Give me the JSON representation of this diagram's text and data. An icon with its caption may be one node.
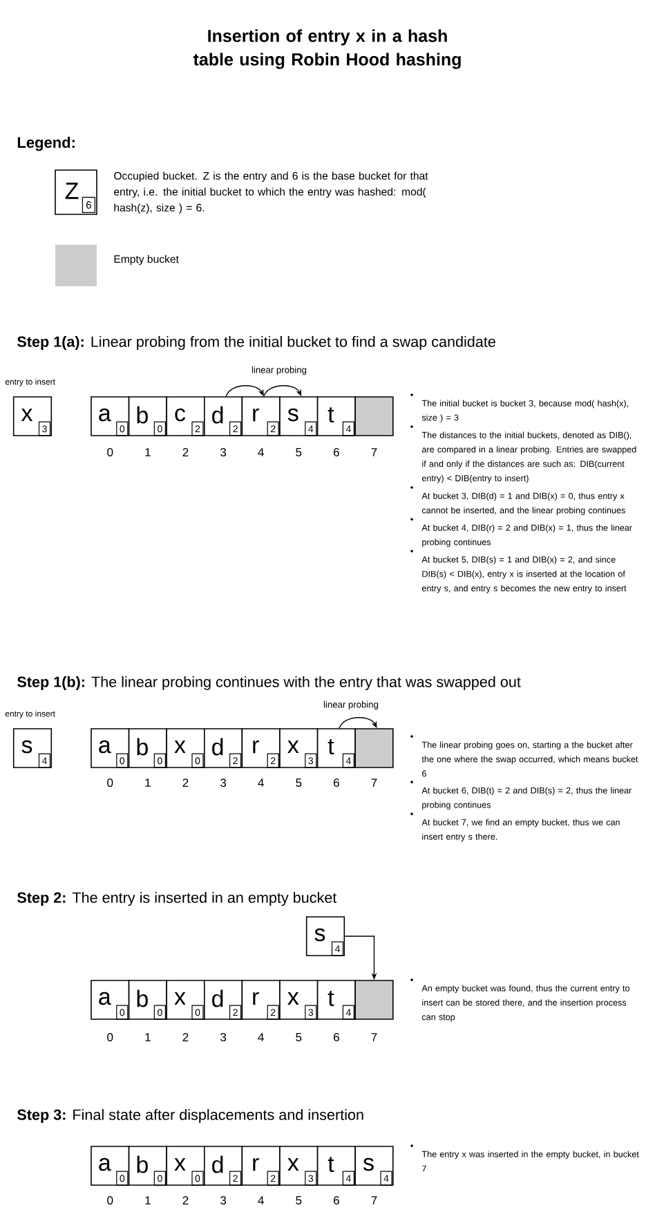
{
  "diagram": {
    "title": "Insertion of entry x in a hash table using Robin Hood hashing",
    "nodes": [
      {
        "text": [
          "x",
          "3"
        ],
        "beside": [
          "entry to insert"
        ]
      },
      {
        "text": [
          "a",
          "0"
        ]
      },
      {
        "text": [
          "b",
          "0"
        ]
      },
      {
        "text": [
          "c",
          "2"
        ]
      },
      {
        "text": [
          "d",
          "2"
        ]
      },
      {
        "text": [
          "r",
          "2"
        ]
      },
      {
        "text": [
          "s",
          "4"
        ]
      },
      {
        "text": [
          "t",
          "4"
        ]
      },
      {
        "text": [],
        "shape": "box"
      },
      {
        "text": [
          "s",
          "4"
        ],
        "beside": [
          "entry to insert"
        ]
      },
      {
        "text": [
          "a",
          "0"
        ]
      },
      {
        "text": [
          "b",
          "0"
        ]
      },
      {
        "text": [
          "x",
          "0"
        ]
      },
      {
        "text": [
          "d",
          "2"
        ]
      },
      {
        "text": [
          "r",
          "2"
        ]
      },
      {
        "text": [
          "x",
          "3"
        ]
      },
      {
        "text": [
          "t",
          "4"
        ]
      },
      {
        "text": [],
        "shape": "box"
      },
      {
        "text": [
          "s",
          "4"
        ]
      },
      {
        "text": [
          "a",
          "0"
        ]
      },
      {
        "text": [
          "b",
          "0"
        ]
      },
      {
        "text": [
          "x",
          "0"
        ]
      },
      {
        "text": [
          "d",
          "2"
        ]
      },
      {
        "text": [
          "r",
          "2"
        ]
      },
      {
        "text": [
          "x",
          "3"
        ]
      },
      {
        "text": [
          "t",
          "4"
        ]
      },
      {
        "text": [],
        "shape": "box"
      },
      {
        "text": [
          "a",
          "0"
        ]
      },
      {
        "text": [
          "b",
          "0"
        ]
      },
      {
        "text": [
          "x",
          "0"
        ]
      },
      {
        "text": [
          "d",
          "2"
        ]
      },
      {
        "text": [
          "r",
          "2"
        ]
      },
      {
        "text": [
          "x",
          "3"
        ]
      },
      {
        "text": [
          "t",
          "4"
        ]
      },
      {
        "text": [
          "s",
          "4"
        ]
      }
    ],
    "edges": [
      {
        "from": 4,
        "to": 5,
        "arrow": "to"
      },
      {
        "from": 5,
        "to": 6,
        "arrow": "to"
      },
      {
        "from": 16,
        "to": 17,
        "arrow": "to"
      },
      {
        "from": 18,
        "to": 26,
        "arrow": "to"
      }
    ],
    "labels": [
      "Legend:",
      "Z",
      "6",
      "**Step 1(a):** Linear probing from the initial bucket to find a swap candidate",
      "linear probing",
      "0",
      "1",
      "2",
      "3",
      "4",
      "5",
      "6",
      "7",
      "The initial bucket is bucket 3, because mod( hash(x), size ) = 3",
      "The distances to the initial buckets, denoted as DIB(), are compared in a linear probing. Entries are swapped if and only if the distances are such as: DIB(current entry) < DIB(entry to insert)",
      "At bucket 3, DIB(d) = 1 and DIB(x) = 0, thus entry x cannot be inserted, and the linear probing continues",
      "At bucket 4, DIB(r) = 2 and DIB(x) = 1, thus the linear probing continues",
      "At bucket 5, DIB(s) = 1 and DIB(x) = 2, and since DIB(s) < DIB(x), entry x is inserted at the location of entry s, and entry s becomes the new entry to insert",
      "**Step 1(b):** The linear probing continues with the entry that was swapped out",
      "linear probing",
      "0",
      "1",
      "2",
      "3",
      "4",
      "5",
      "6",
      "7",
      "The linear probing goes on, starting a the bucket after the one where the swap occurred, which means bucket 6",
      "At bucket 6, DIB(t) = 2 and DIB(s) = 2, thus the linear probing continues",
      "At bucket 7, we find an empty bucket, thus we can insert entry s there.",
      "**Step 2:** The entry is inserted in an empty bucket",
      "0",
      "1",
      "2",
      "3",
      "4",
      "5",
      "6",
      "7",
      "An empty bucket was found, thus the current entry to insert can be stored there, and the insertion process can stop",
      "**Step 3:** Final state after displacements and insertion",
      "0",
      "1",
      "2",
      "3",
      "4",
      "5",
      "6",
      "7",
      "The entry x was inserted in the empty bucket, in bucket 7"
    ],
    "legend": [
      {
        "text": "Occupied bucket. Z is the entry and 6 is the base bucket for that entry, i.e. the initial bucket to which the entry was hashed: mod( hash(z), size ) = 6."
      },
      {
        "text": "Empty bucket",
        "color": "#cccccc"
      }
    ]
  }
}
